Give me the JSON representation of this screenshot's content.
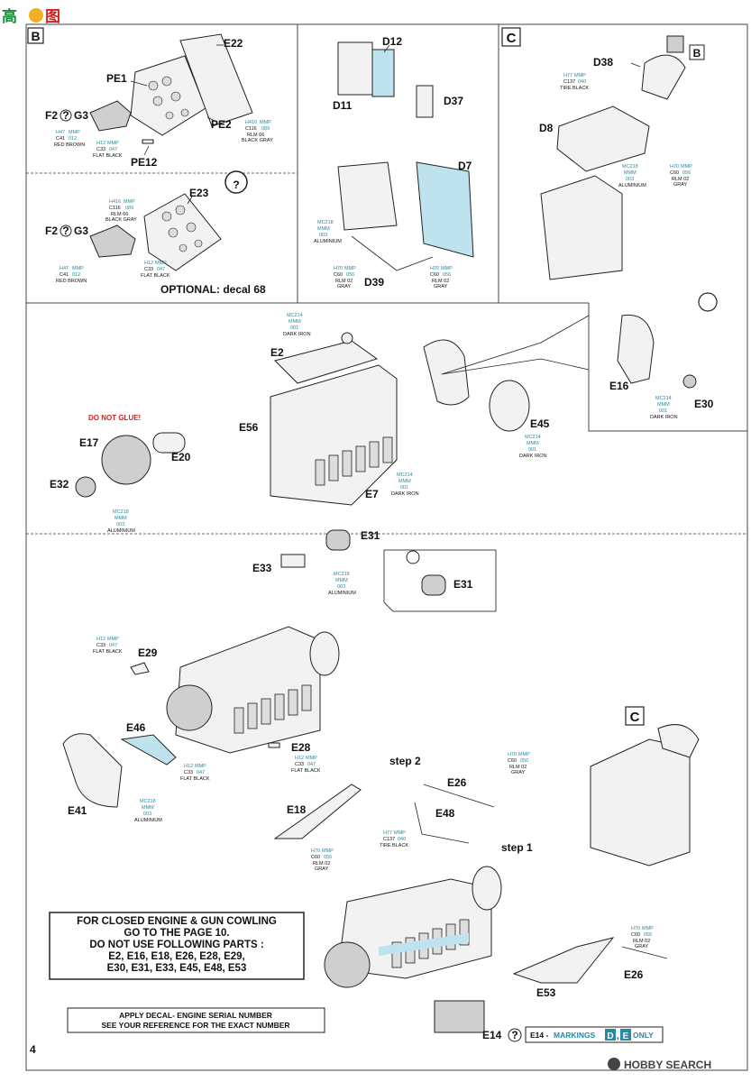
{
  "brand": {
    "logo_chars": "高",
    "logo_chars2": "图",
    "site": "HOBBYSEARCH",
    "site_tag": "HOBBY SEARCH"
  },
  "page_number": "4",
  "section_markers": {
    "b": "B",
    "c": "C",
    "b_ref": "B",
    "c_ref": "C"
  },
  "help_mark": "?",
  "panel_b": {
    "labels": {
      "pe1": "PE1",
      "e22": "E22",
      "pe2": "PE2",
      "pe12": "PE12",
      "f2": "F2",
      "g3": "G3"
    },
    "paints": [
      {
        "code": "H47",
        "brand": "MMP",
        "num": "C41",
        "num2": "012",
        "name": "RED BROWN"
      },
      {
        "code": "H12",
        "brand": "MMP",
        "num": "C33",
        "num2": "047",
        "name": "FLAT BLACK"
      },
      {
        "code": "H416",
        "brand": "MMP",
        "num": "C116",
        "num2": "089",
        "name": "RLM 66",
        "name2": "BLACK GRAY"
      }
    ]
  },
  "panel_opt": {
    "labels": {
      "e23": "E23",
      "f2": "F2",
      "g3": "G3"
    },
    "optional": "OPTIONAL: decal 68",
    "paints": [
      {
        "code": "H416",
        "brand": "MMP",
        "num": "C116",
        "num2": "089",
        "name": "RLM 66",
        "name2": "BLACK GRAY"
      },
      {
        "code": "H47",
        "brand": "MMP",
        "num": "C41",
        "num2": "012",
        "name": "RED BROWN"
      },
      {
        "code": "H12",
        "brand": "MMP",
        "num": "C33",
        "num2": "047",
        "name": "FLAT BLACK"
      }
    ]
  },
  "panel_d": {
    "labels": {
      "d12": "D12",
      "d11": "D11",
      "d37": "D37",
      "d7": "D7",
      "d39": "D39"
    },
    "paints": [
      {
        "code": "MC218",
        "brand": "MMM",
        "num": "003",
        "name": "ALUMINIUM"
      },
      {
        "code": "H70",
        "brand": "MMP",
        "num": "C60",
        "num2": "056",
        "name": "RLM 02",
        "name2": "GRAY"
      },
      {
        "code": "H70",
        "brand": "MMP",
        "num": "C60",
        "num2": "056",
        "name": "RLM 02",
        "name2": "GRAY"
      }
    ]
  },
  "panel_c": {
    "labels": {
      "d38": "D38",
      "d8": "D8"
    },
    "paints": [
      {
        "code": "H77",
        "brand": "MMP",
        "num": "C137",
        "num2": "040",
        "name": "TIRE BLACK"
      },
      {
        "code": "MC218",
        "brand": "MMM",
        "num": "003",
        "name": "ALUMINIUM"
      },
      {
        "code": "H70",
        "brand": "MMP",
        "num": "C60",
        "num2": "056",
        "name": "RLM 02",
        "name2": "GRAY"
      }
    ]
  },
  "engine1": {
    "labels": {
      "e2": "E2",
      "e56": "E56",
      "e7": "E7",
      "e17": "E17",
      "e20": "E20",
      "e32": "E32",
      "e45": "E45",
      "e16": "E16",
      "e30": "E30"
    },
    "warning": "DO NOT GLUE!",
    "paints": [
      {
        "code": "MC214",
        "brand": "MMM",
        "num": "001",
        "name": "DARK IRON"
      },
      {
        "code": "MC214",
        "brand": "MMM",
        "num": "001",
        "name": "DARK IRON"
      },
      {
        "code": "MC214",
        "brand": "MMM",
        "num": "001",
        "name": "DARK IRON"
      },
      {
        "code": "MC218",
        "brand": "MMM",
        "num": "003",
        "name": "ALUMINIUM"
      },
      {
        "code": "MC214",
        "brand": "MMM",
        "num": "001",
        "name": "DARK IRON"
      }
    ]
  },
  "engine2": {
    "labels": {
      "e31": "E31",
      "e33": "E33",
      "e31b": "E31",
      "e29": "E29",
      "e46": "E46",
      "e41": "E41",
      "e28": "E28"
    },
    "paints": [
      {
        "code": "MC218",
        "brand": "MMM",
        "num": "003",
        "name": "ALUMINIUM"
      },
      {
        "code": "H12",
        "brand": "MMP",
        "num": "C33",
        "num2": "047",
        "name": "FLAT BLACK"
      },
      {
        "code": "H12",
        "brand": "MMP",
        "num": "C33",
        "num2": "047",
        "name": "FLAT BLACK"
      },
      {
        "code": "H12",
        "brand": "MMP",
        "num": "C33",
        "num2": "047",
        "name": "FLAT BLACK"
      },
      {
        "code": "MC218",
        "brand": "MMM",
        "num": "003",
        "name": "ALUMINIUM"
      }
    ]
  },
  "engine3": {
    "labels": {
      "step2": "step 2",
      "step1": "step 1",
      "e26": "E26",
      "e26b": "E26",
      "e18": "E18",
      "e48": "E48",
      "e53": "E53",
      "e14": "E14"
    },
    "paints": [
      {
        "code": "H70",
        "brand": "MMP",
        "num": "C60",
        "num2": "056",
        "name": "RLM 02",
        "name2": "GRAY"
      },
      {
        "code": "H77",
        "brand": "MMP",
        "num": "C137",
        "num2": "040",
        "name": "TIRE BLACK"
      },
      {
        "code": "H70",
        "brand": "MMP",
        "num": "C60",
        "num2": "056",
        "name": "RLM 02",
        "name2": "GRAY"
      },
      {
        "code": "H70",
        "brand": "MMP",
        "num": "C60",
        "num2": "056",
        "name": "RLM 02",
        "name2": "GRAY"
      }
    ]
  },
  "notice": {
    "line1": "FOR CLOSED ENGINE & GUN COWLING",
    "line2": "GO TO THE PAGE 10.",
    "line3": "DO NOT USE FOLLOWING PARTS :",
    "line4": "E2, E16, E18, E26, E28, E29,",
    "line5": "E30, E31, E33, E45, E48, E53"
  },
  "decal_note": {
    "line1": "APPLY DECAL- ENGINE SERIAL NUMBER",
    "line2": "SEE YOUR REFERENCE FOR THE EXACT NUMBER"
  },
  "markings": {
    "prefix": "E14 - ",
    "word": "MARKINGS",
    "d": "D",
    "comma": ",",
    "e": "E",
    "suffix": "ONLY"
  },
  "colors": {
    "paint_code": "#2a8aa0",
    "warning": "#d62020",
    "glass": "#bfe3ee",
    "marking": "#2a8aa0"
  }
}
